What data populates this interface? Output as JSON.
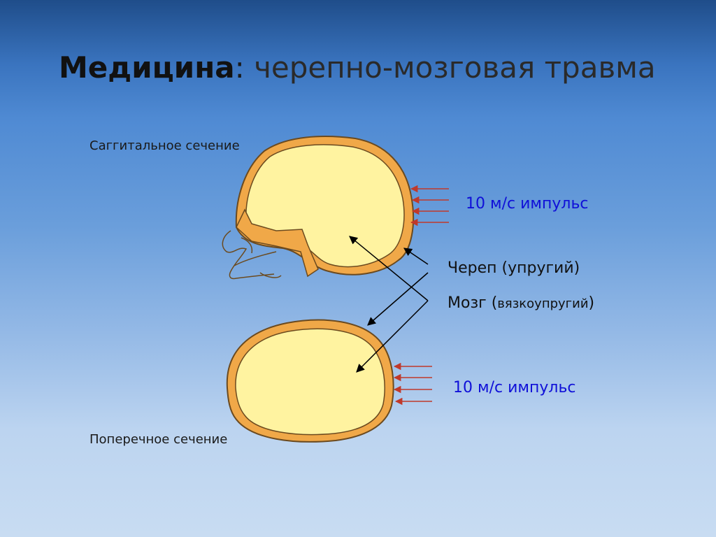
{
  "title": {
    "bold": "Медицина",
    "colon": ":",
    "rest": " черепно-мозговая травма"
  },
  "labels": {
    "sagittal": "Саггитальное сечение",
    "transverse": "Поперечное сечение"
  },
  "impulse": {
    "top": "10 м/с импульс",
    "bottom": "10 м/с импульс"
  },
  "terms": {
    "skull": "Череп (упругий)",
    "brain_prefix": "Мозг (",
    "brain_small": "вязкоупругий",
    "brain_suffix": ")"
  },
  "colors": {
    "skull": "#f0a848",
    "brain": "#fff3a0",
    "outline": "#6b4a1f",
    "arrow": "#c0392b",
    "impulse_text": "#1010d8"
  }
}
